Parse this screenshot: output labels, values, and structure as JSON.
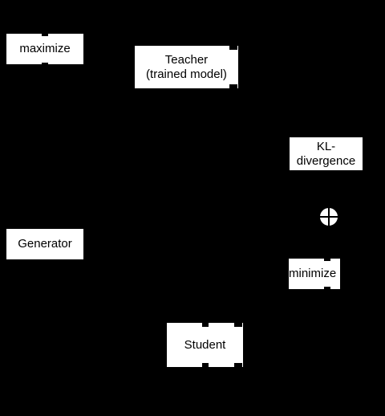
{
  "nodes": {
    "maximize": "maximize",
    "teacher_line1": "Teacher",
    "teacher_line2": "(trained model)",
    "kl_line1": "KL-",
    "kl_line2": "divergence",
    "generator": "Generator",
    "minimize": "minimize",
    "student": "Student"
  },
  "symbols": {
    "sum": "circle-plus"
  },
  "colors": {
    "background": "#000000",
    "node_fill": "#ffffff",
    "text": "#000000"
  }
}
